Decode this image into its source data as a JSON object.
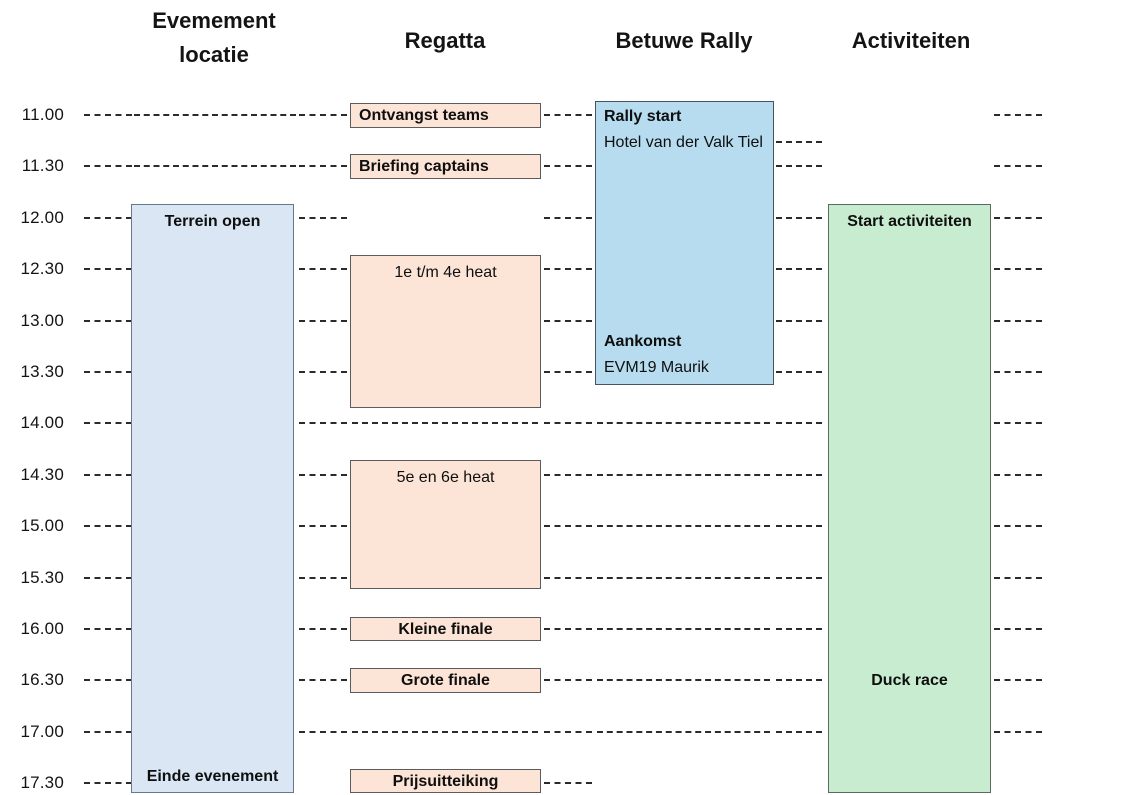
{
  "columns": [
    {
      "label_line1": "Evemement",
      "label_line2": "locatie"
    },
    {
      "label": "Regatta"
    },
    {
      "label": "Betuwe Rally"
    },
    {
      "label": "Activiteiten"
    }
  ],
  "time_axis": [
    "11.00",
    "11.30",
    "12.00",
    "12.30",
    "13.00",
    "13.30",
    "14.00",
    "14.30",
    "15.00",
    "15.30",
    "16.00",
    "16.30",
    "17.00",
    "17.30"
  ],
  "events": {
    "evenement_locatie": {
      "open_label": "Terrein open",
      "open_time": "12.00",
      "close_label": "Einde evenement",
      "close_time": "17.30"
    },
    "regatta": [
      {
        "label": "Ontvangst teams",
        "time": "11.00"
      },
      {
        "label": "Briefing captains",
        "time": "11.30"
      },
      {
        "label": "1e t/m 4e heat",
        "start": "12.30",
        "end": "14.00"
      },
      {
        "label": "5e en 6e heat",
        "start": "14.30",
        "end": "15.30"
      },
      {
        "label": "Kleine finale",
        "time": "16.00"
      },
      {
        "label": "Grote finale",
        "time": "16.30"
      },
      {
        "label": "Prijsuitteiking",
        "time": "17.30"
      }
    ],
    "betuwe_rally": {
      "start_label": "Rally start",
      "start_location": "Hotel van der Valk Tiel",
      "start_time": "11.00",
      "end_label": "Aankomst",
      "end_location": "EVM19 Maurik",
      "end_time": "13.30"
    },
    "activiteiten": {
      "start_label": "Start activiteiten",
      "start_time": "12.00",
      "highlight_label": "Duck race",
      "highlight_time": "16.30"
    }
  },
  "colors": {
    "light_blue": "#dae6f3",
    "rally_blue": "#b7dcf0",
    "peach": "#fce4d6",
    "green": "#c8ecd0"
  }
}
